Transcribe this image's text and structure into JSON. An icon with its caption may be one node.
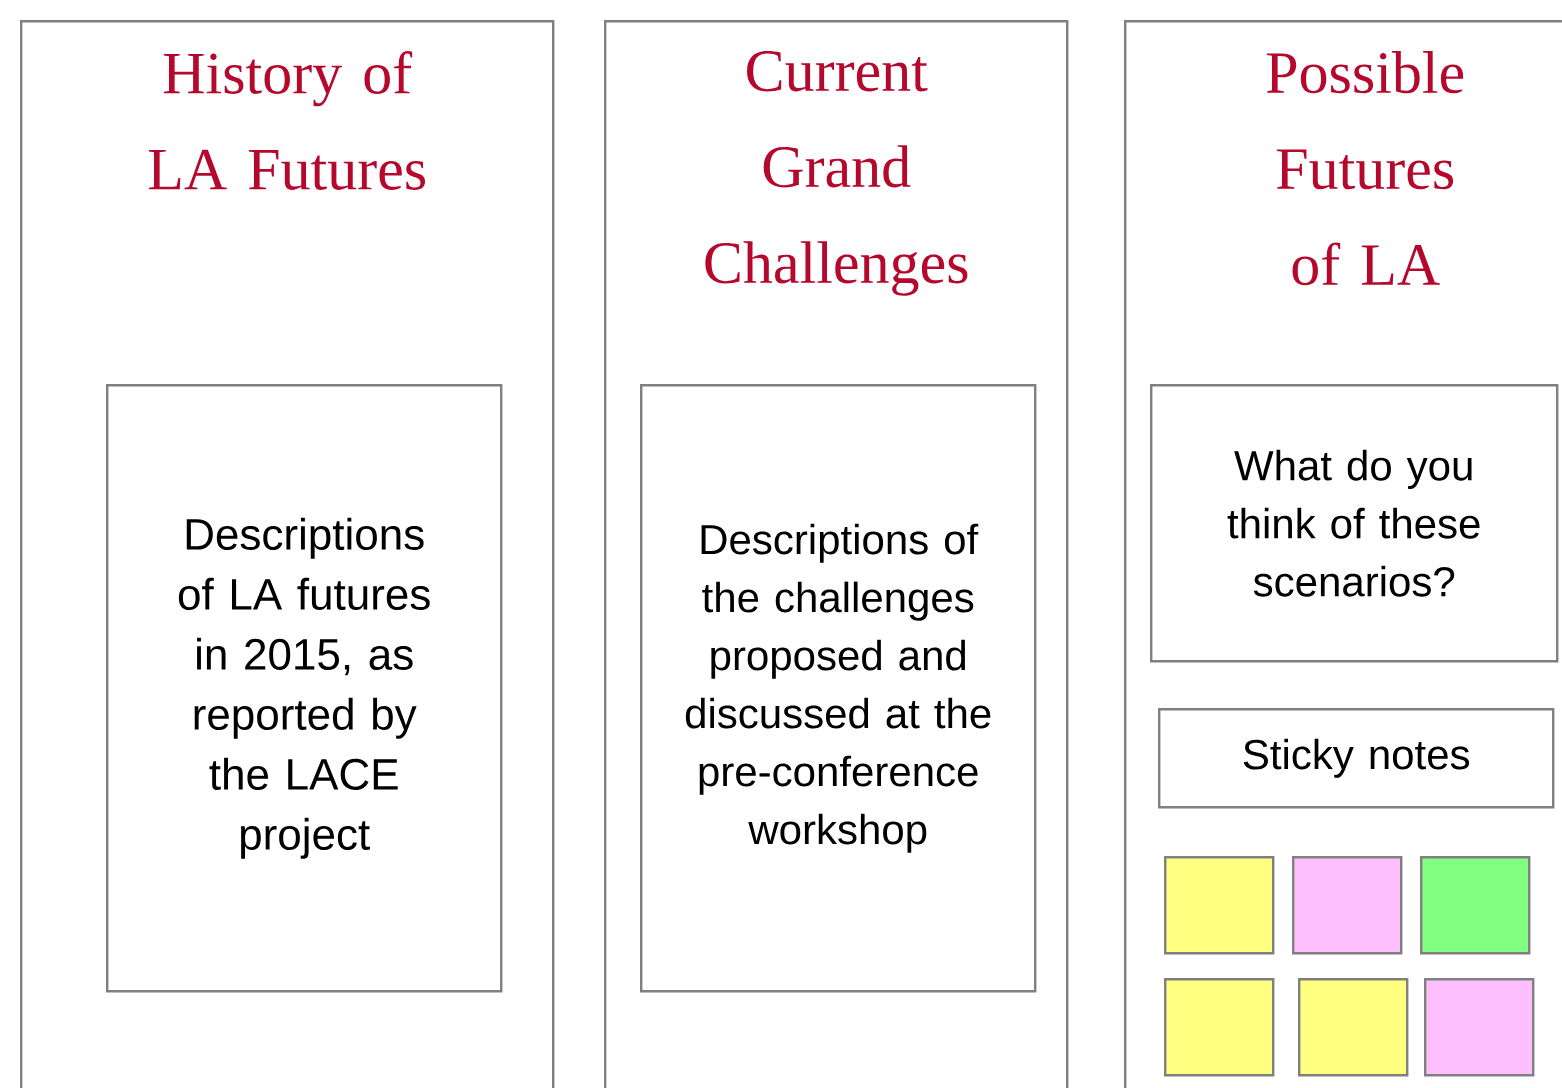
{
  "diagram": {
    "nodes": [
      {
        "text": [
          "History of LA Futures"
        ]
      },
      {
        "text": [
          "Descriptions of LA futures in 2015, as reported by the LACE project"
        ],
        "in": 0
      },
      {
        "text": [
          "Current Grand Challenges"
        ]
      },
      {
        "text": [
          "Descriptions of the challenges proposed and discussed at the pre-conference workshop"
        ],
        "in": 2
      },
      {
        "text": [
          "Possible Futures of LA"
        ]
      },
      {
        "text": [
          "What do you think of these scenarios?"
        ],
        "in": 4
      },
      {
        "text": [
          "Sticky notes"
        ],
        "in": 4
      },
      {
        "text": [],
        "shape": "box",
        "in": 4
      },
      {
        "text": [],
        "shape": "box",
        "in": 4
      },
      {
        "text": [],
        "shape": "box",
        "in": 4
      },
      {
        "text": [],
        "shape": "box",
        "in": 4
      },
      {
        "text": [],
        "shape": "box",
        "in": 4
      },
      {
        "text": [],
        "shape": "box",
        "in": 4
      }
    ]
  }
}
